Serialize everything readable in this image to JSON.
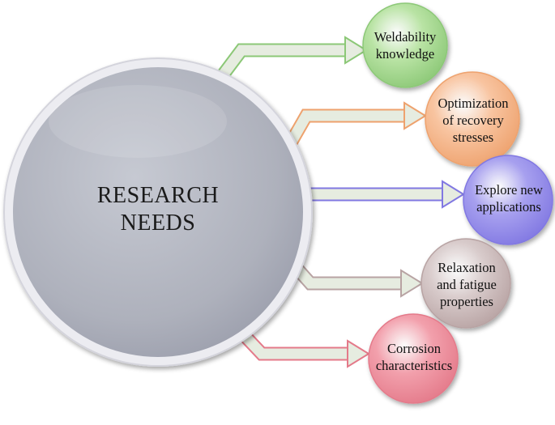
{
  "hub": {
    "label": "RESEARCH\nNEEDS"
  },
  "nodes": [
    {
      "label": "Weldability\nknowledge",
      "color": "#b9e3a4",
      "edge": "#8cc877"
    },
    {
      "label": "Optimization\nof recovery\nstresses",
      "color": "#f8c4a0",
      "edge": "#eea26e"
    },
    {
      "label": "Explore new\napplications",
      "color": "#a7a0ef",
      "edge": "#8178e2"
    },
    {
      "label": "Relaxation\nand fatigue\nproperties",
      "color": "#d8cbcb",
      "edge": "#b8a3a3"
    },
    {
      "label": "Corrosion\ncharacteristics",
      "color": "#f2a0ac",
      "edge": "#e47a8a"
    }
  ],
  "colors": {
    "hub": "#b0b3bd",
    "hub_ring": "#e9e9ee",
    "arrow_fill": "#e6ece0"
  }
}
